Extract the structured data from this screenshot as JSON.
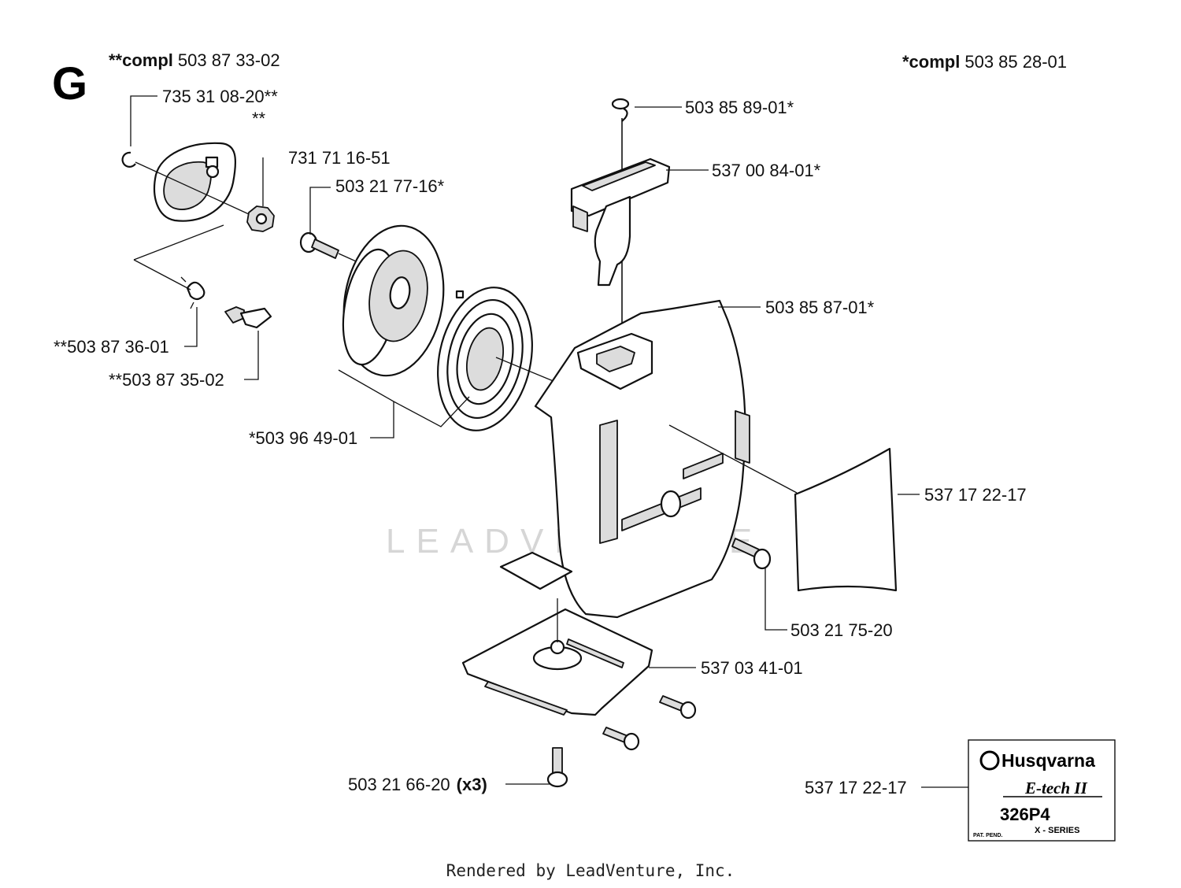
{
  "section_letter": "G",
  "headers": {
    "left": {
      "prefix": "**compl",
      "number": "503 87 33-02"
    },
    "right": {
      "prefix": "*compl",
      "number": "503 85 28-01"
    }
  },
  "labels": {
    "washer": "735 31 08-20**",
    "cover_mark": "**",
    "nut": "731 71 16-51",
    "screw_hub": "503 21 77-16*",
    "spring_small": "**503 87 36-01",
    "pawl": "**503 87 35-02",
    "pulley_set": "*503 96 49-01",
    "rope_clip": "503 85 89-01*",
    "handle": "537 00 84-01*",
    "housing": "503 85 87-01*",
    "decal": "537 17 22-17",
    "screw_side": "503 21 75-20",
    "plate": "537 03 41-01",
    "screws_bottom": "503 21 66-20",
    "screws_bottom_qty": "(x3)",
    "logo_decal": "537 17 22-17"
  },
  "decal_logo": {
    "brand": "Husqvarna",
    "line": "E-tech II",
    "model": "326P4",
    "series": "X - SERIES",
    "note": "PAT. PEND."
  },
  "watermark": "LEADVENTURE",
  "footer": "Rendered by LeadVenture, Inc."
}
